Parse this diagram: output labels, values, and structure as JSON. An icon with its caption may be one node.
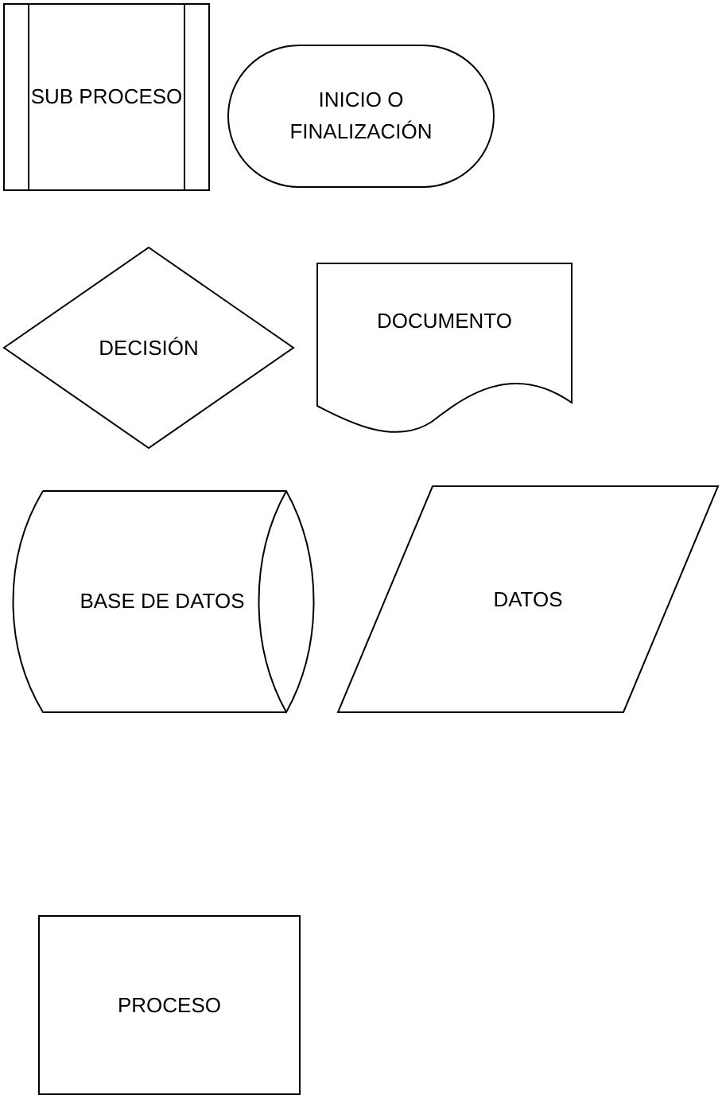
{
  "diagram": {
    "nodes": [
      {
        "text": [
          "SUB PROCESO"
        ]
      },
      {
        "text": [
          "INICIO O FINALIZACIÓN"
        ]
      },
      {
        "text": [
          "DECISIÓN"
        ]
      },
      {
        "text": [
          "DOCUMENTO"
        ]
      },
      {
        "text": [
          "BASE DE DATOS"
        ]
      },
      {
        "text": [
          "DATOS"
        ]
      },
      {
        "text": [
          "PROCESO"
        ]
      }
    ]
  }
}
